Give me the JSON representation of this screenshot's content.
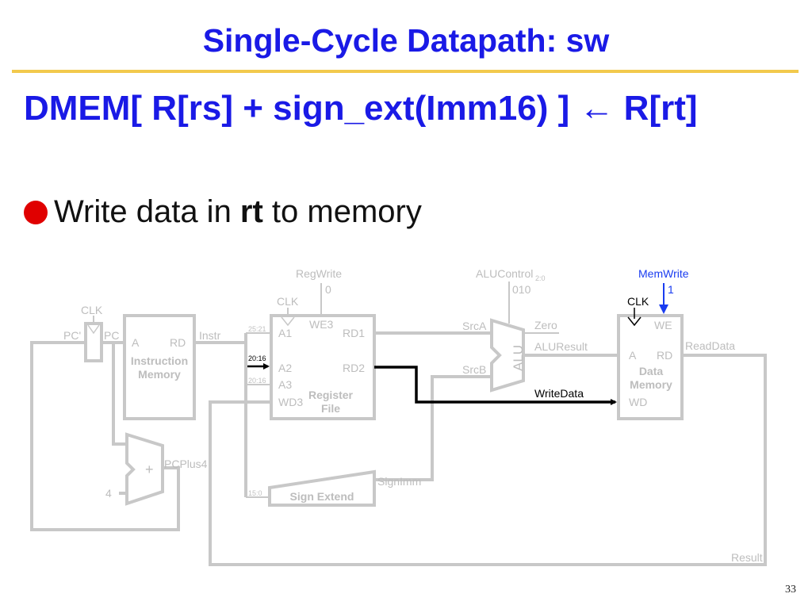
{
  "slide": {
    "title": "Single-Cycle Datapath: sw",
    "equation": "DMEM[ R[rs] + sign_ext(Imm16) ] ← R[rt]",
    "bullet": {
      "prefix": "Write data in ",
      "bold": "rt",
      "suffix": " to memory"
    },
    "page_number": "33"
  },
  "diagram": {
    "pc_clk": "CLK",
    "pc_prime": "PC'",
    "pc": "PC",
    "imem": {
      "a": "A",
      "rd": "RD",
      "name1": "Instruction",
      "name2": "Memory"
    },
    "instr": "Instr",
    "bits_a1": "25:21",
    "bits_a2": "20:16",
    "bits_a3": "20:16",
    "bits_imm": "15:0",
    "regwrite": "RegWrite",
    "regwrite_val": "0",
    "rf_clk": "CLK",
    "rf": {
      "we3": "WE3",
      "a1": "A1",
      "a2": "A2",
      "a3": "A3",
      "wd3": "WD3",
      "rd1": "RD1",
      "rd2": "RD2",
      "name1": "Register",
      "name2": "File"
    },
    "alucontrol": "ALUControl",
    "alucontrol_sub": "2:0",
    "alucontrol_val": "010",
    "srca": "SrcA",
    "srcb": "SrcB",
    "alu": "ALU",
    "zero": "Zero",
    "aluresult": "ALUResult",
    "memwrite": "MemWrite",
    "memwrite_val": "1",
    "dm_clk": "CLK",
    "dm": {
      "we": "WE",
      "a": "A",
      "rd": "RD",
      "wd": "WD",
      "name1": "Data",
      "name2": "Memory"
    },
    "readdata": "ReadData",
    "writedata": "WriteData",
    "signimm": "SignImm",
    "signext": "Sign Extend",
    "pcplus4": "PCPlus4",
    "four": "4",
    "plus": "+",
    "result": "Result",
    "colors": {
      "active": "#000000",
      "control_active": "#1a3cf0",
      "inactive": "#c8c8c8"
    }
  }
}
